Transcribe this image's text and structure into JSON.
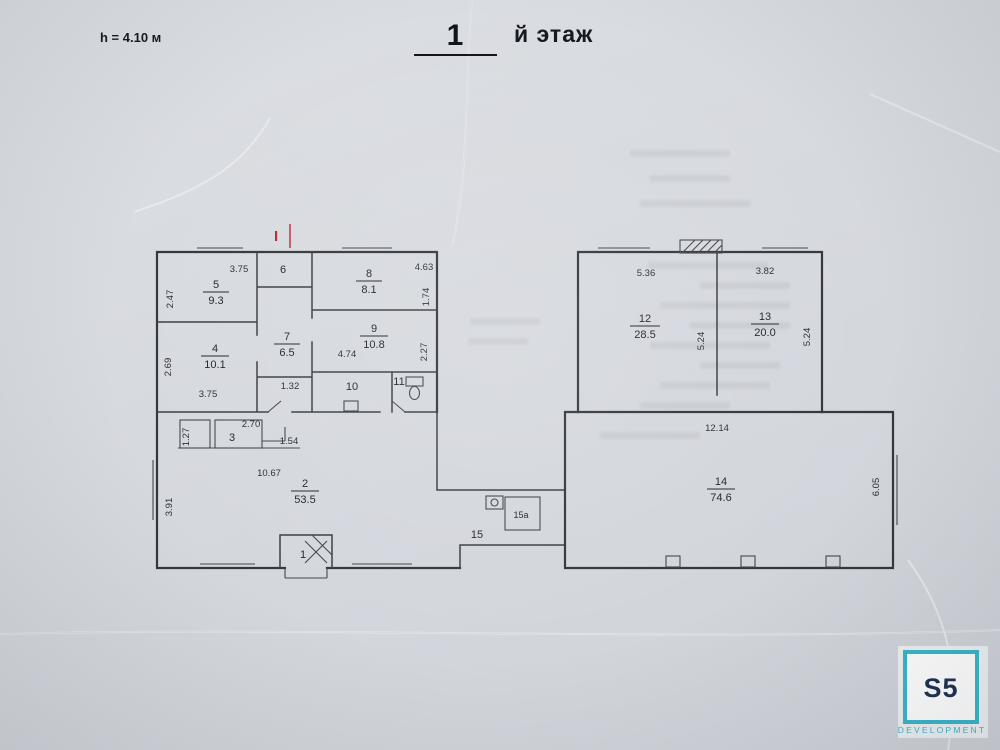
{
  "header": {
    "height_note": "h = 4.10 м",
    "floor_number": "1",
    "floor_suffix": "й этаж"
  },
  "plan": {
    "axis_mark": "I",
    "rooms": {
      "r1": {
        "number": "1"
      },
      "r2": {
        "number": "2",
        "area": "53.5"
      },
      "r3": {
        "number": "3"
      },
      "r4": {
        "number": "4",
        "area": "10.1"
      },
      "r5": {
        "number": "5",
        "area": "9.3"
      },
      "r6": {
        "number": "6"
      },
      "r7": {
        "number": "7",
        "area": "6.5"
      },
      "r8": {
        "number": "8",
        "area": "8.1"
      },
      "r9": {
        "number": "9",
        "area": "10.8"
      },
      "r10": {
        "number": "10"
      },
      "r11": {
        "number": "11"
      },
      "r12": {
        "number": "12",
        "area": "28.5"
      },
      "r13": {
        "number": "13",
        "area": "20.0"
      },
      "r14": {
        "number": "14",
        "area": "74.6"
      },
      "r15": {
        "number": "15"
      },
      "r15a": {
        "number": "15а"
      }
    },
    "dims": {
      "room5_top": "3.75",
      "room5_left": "2.47",
      "room8_top": "4.63",
      "room8_right": "1.74",
      "room4_left": "2.69",
      "room4_bottom": "3.75",
      "room7_bottom": "1.32",
      "room9_left": "4.74",
      "room9_right": "2.27",
      "room3_left": "1.27",
      "room3_top": "2.70",
      "room3_right": "1.54",
      "room2_top": "10.67",
      "room2_left": "3.91",
      "room12_top": "5.36",
      "room12_right": "5.24",
      "room13_top": "3.82",
      "room13_right": "5.24",
      "room14_top": "12.14",
      "room14_right": "6.05"
    }
  },
  "logo": {
    "mark": "S5",
    "caption": "DEVELOPMENT"
  }
}
